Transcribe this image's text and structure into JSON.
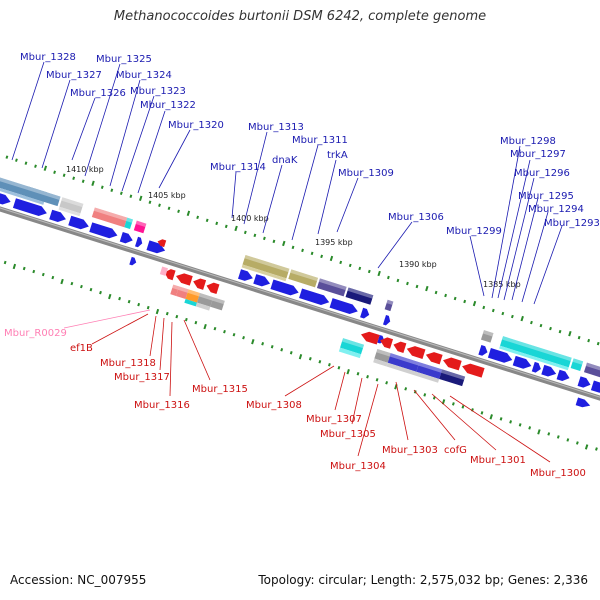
{
  "title": "Methanococcoides burtonii DSM 6242, complete genome",
  "footer": {
    "accession": "Accession: NC_007955",
    "summary": "Topology: circular; Length: 2,575,032 bp; Genes: 2,336"
  },
  "colors": {
    "backbone": "#888888",
    "forward_arrow": "#1f1fe0",
    "reverse_arrow": "#e41b1b",
    "forward_label": "#1a1ab0",
    "reverse_label": "#cc1010",
    "rna_label": "#ff7fb4",
    "tick": "#2a8a2a",
    "cyan": "#19d6d6",
    "olive": "#b7ac66",
    "slate": "#5a4f9a",
    "navy": "#1a1a7a",
    "steel": "#5f90b8",
    "salmon": "#f08080",
    "magenta": "#ff1493",
    "gray": "#9a9a9a",
    "orange": "#ff9a2a",
    "pink": "#ffb0c8"
  },
  "position_labels": [
    "1410 kbp",
    "1405 kbp",
    "1400 kbp",
    "1395 kbp",
    "1390 kbp",
    "1385 kbp"
  ],
  "forward_genes": [
    "Mbur_1328",
    "Mbur_1327",
    "Mbur_1326",
    "Mbur_1325",
    "Mbur_1324",
    "Mbur_1323",
    "Mbur_1322",
    "Mbur_1320",
    "Mbur_1314",
    "Mbur_1313",
    "dnaK",
    "Mbur_1311",
    "trkA",
    "Mbur_1309",
    "Mbur_1306",
    "Mbur_1299",
    "Mbur_1298",
    "Mbur_1297",
    "Mbur_1296",
    "Mbur_1295",
    "Mbur_1294",
    "Mbur_1293"
  ],
  "reverse_genes": [
    "Mbur_R0029",
    "ef1B",
    "Mbur_1318",
    "Mbur_1317",
    "Mbur_1316",
    "Mbur_1315",
    "Mbur_1308",
    "Mbur_1307",
    "Mbur_1305",
    "Mbur_1304",
    "Mbur_1303",
    "cofG",
    "Mbur_1301",
    "Mbur_1300"
  ]
}
